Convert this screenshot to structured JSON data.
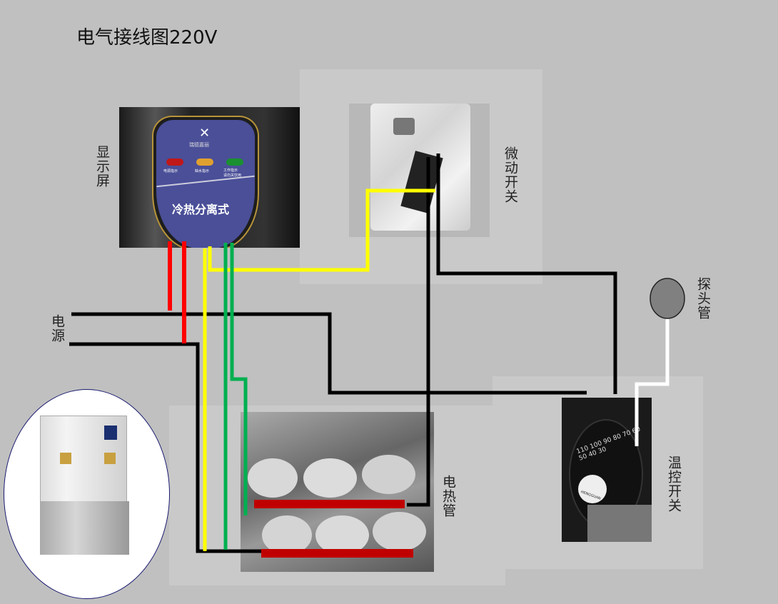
{
  "title": "电气接线图220V",
  "labels": {
    "display": "显示屏",
    "micro_switch": "微动开关",
    "probe": "探头管",
    "power": "电源",
    "heater": "电热管",
    "thermostat": "温控开关"
  },
  "display_panel": {
    "brand": "瑞德嘉丽",
    "indicators": [
      "电源指示",
      "缺水指示",
      "工作指示\n请勿关饮用"
    ],
    "model_text": "冷热分离式"
  },
  "thermostat_dial": {
    "brand": "HENGGUAN",
    "scale": [
      "110",
      "100",
      "90",
      "80",
      "70",
      "60",
      "50",
      "40",
      "30"
    ]
  },
  "colors": {
    "red": "#ff0000",
    "yellow": "#ffff00",
    "green": "#00b050",
    "black": "#000000",
    "white": "#ffffff",
    "heater_bar": "#c00000"
  }
}
